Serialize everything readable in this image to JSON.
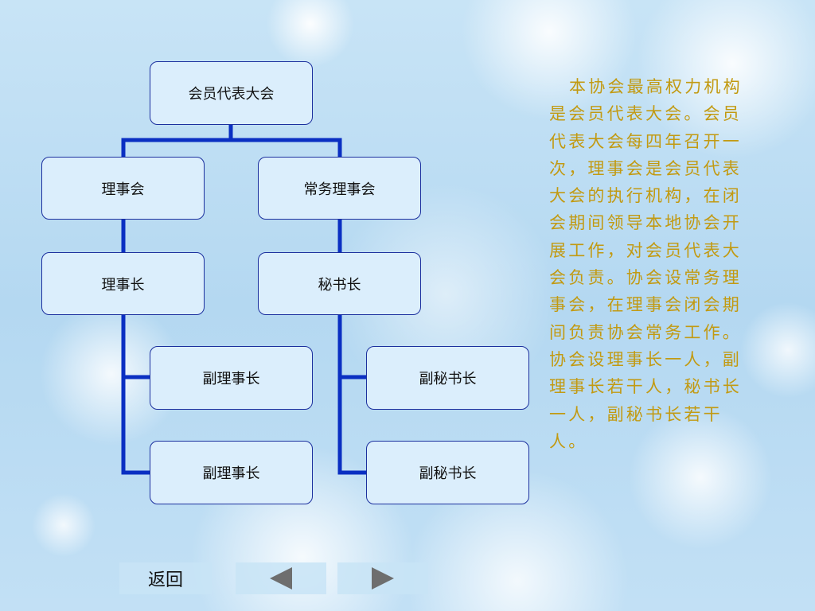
{
  "org_chart": {
    "general_assembly": "会员代表大会",
    "council": "理事会",
    "standing_council": "常务理事会",
    "chairman": "理事长",
    "secretary_general": "秘书长",
    "vice_chairmen": [
      "副理事长",
      "副理事长"
    ],
    "deputy_secretaries": [
      "副秘书长",
      "副秘书长"
    ]
  },
  "description": "本协会最高权力机构是会员代表大会。会员代表大会每四年召开一次，理事会是会员代表大会的执行机构，在闭会期间领导本地协会开展工作，对会员代表大会负责。协会设常务理事会，在理事会闭会期间负责协会常务工作。协会设理事长一人，副理事长若干人，秘书长一人，副秘书长若干人。",
  "navigation": {
    "back_label": "返回",
    "prev_icon": "triangle-left-icon",
    "next_icon": "triangle-right-icon"
  },
  "colors": {
    "connector": "#0a2fc2",
    "box_fill": "#dbeefc",
    "box_border": "#1b2f9e",
    "description_text": "#c29a12"
  }
}
